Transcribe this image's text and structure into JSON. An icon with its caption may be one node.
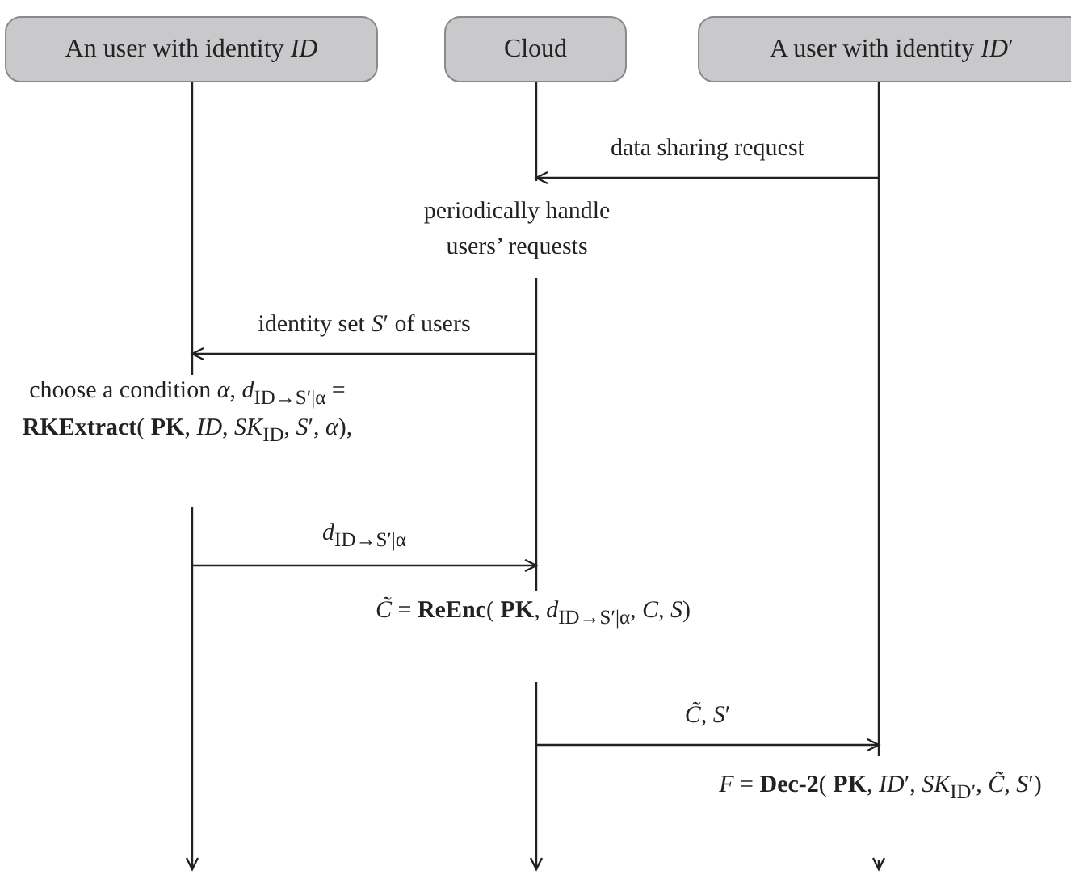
{
  "diagram": {
    "nodes": [
      {
        "text": [
          "An user with identity *ID*"
        ]
      },
      {
        "text": [
          "Cloud"
        ]
      },
      {
        "text": [
          "A user with identity *ID*′"
        ]
      }
    ],
    "edges": [
      {
        "from": 2,
        "to": 1,
        "arrow": "to",
        "label": "data sharing request"
      },
      {
        "from": 1,
        "to": 0,
        "arrow": "to",
        "label": "identity set *S*′ of users"
      },
      {
        "from": 0,
        "to": 1,
        "arrow": "to",
        "label": "*d*$_{ID→S′|α}$"
      },
      {
        "from": 1,
        "to": 2,
        "arrow": "to",
        "label": "*C̃*, *S*′"
      }
    ],
    "labels": [
      "periodically handle users’ requests",
      "choose a condition *α*, *d*$_{ID→S′|α}$ = **RKExtract**( **PK**, *ID*, *SK*$_{ID}$, *S*′, *α*),",
      "*C̃* = **ReEnc**( **PK**, *d*$_{ID→S′|α}$, *C*, *S*)",
      "*F* = **Dec-2**( **PK**, *ID*′, *SK*$_{ID′}$, *C̃*, *S*′)"
    ]
  }
}
